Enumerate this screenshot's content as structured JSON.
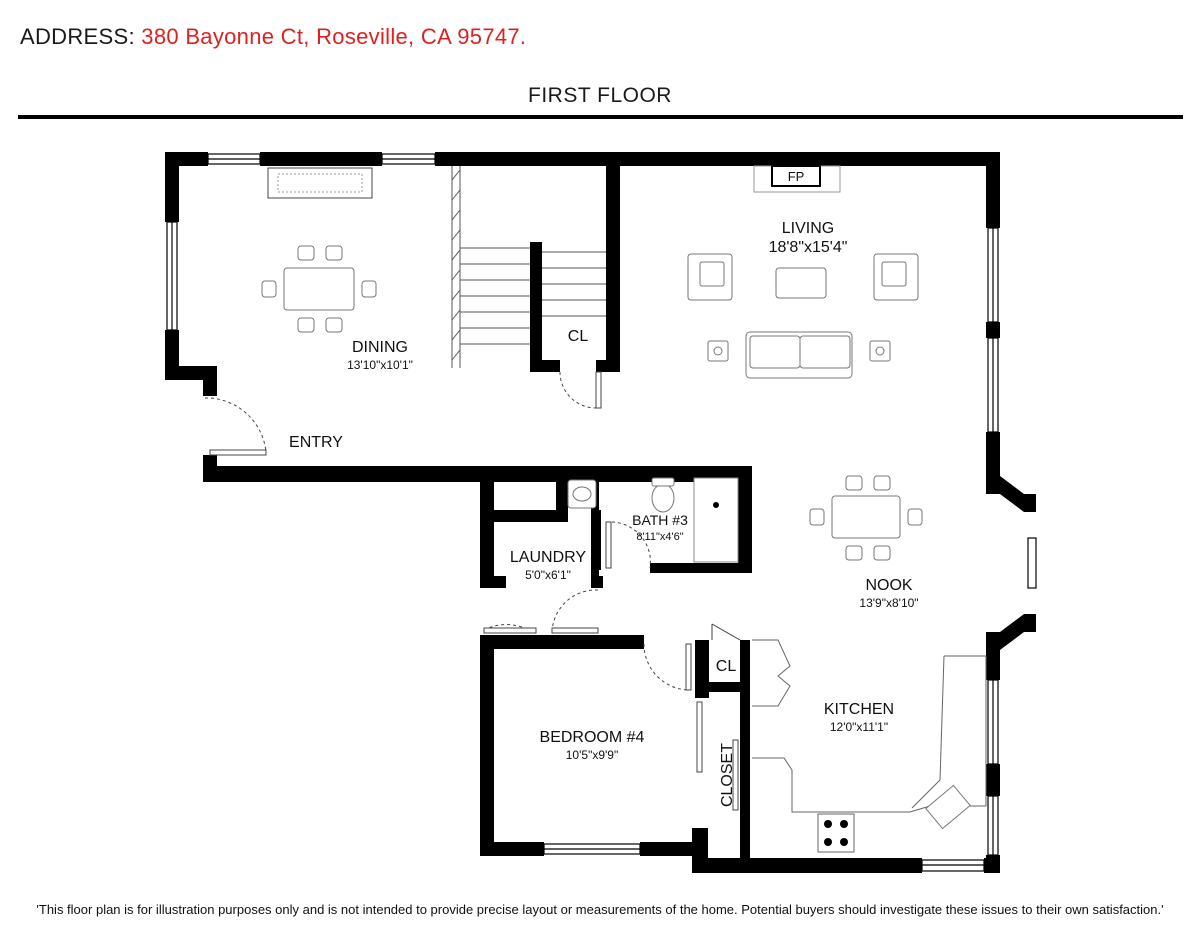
{
  "header": {
    "address_label": "ADDRESS:",
    "address_value": "380 Bayonne Ct, Roseville, CA 95747.",
    "floor_title": "FIRST FLOOR"
  },
  "rooms": {
    "dining": {
      "name": "DINING",
      "dims": "13'10\"x10'1\""
    },
    "entry": {
      "name": "ENTRY"
    },
    "cl_stair": {
      "name": "CL"
    },
    "living": {
      "name": "LIVING",
      "dims": "18'8\"x15'4\""
    },
    "fp": {
      "name": "FP"
    },
    "bath3": {
      "name": "BATH #3",
      "dims": "8'11\"x4'6\""
    },
    "laundry": {
      "name": "LAUNDRY",
      "dims": "5'0\"x6'1\""
    },
    "nook": {
      "name": "NOOK",
      "dims": "13'9\"x8'10\""
    },
    "cl_kitchen": {
      "name": "CL"
    },
    "kitchen": {
      "name": "KITCHEN",
      "dims": "12'0\"x11'1\""
    },
    "bedroom4": {
      "name": "BEDROOM #4",
      "dims": "10'5\"x9'9\""
    },
    "closet": {
      "name": "CLOSET"
    }
  },
  "footer": {
    "disclaimer": "'This floor plan is for illustration purposes only and is not intended to provide precise layout or measurements of the home. Potential buyers should investigate these issues to their own satisfaction.'"
  }
}
